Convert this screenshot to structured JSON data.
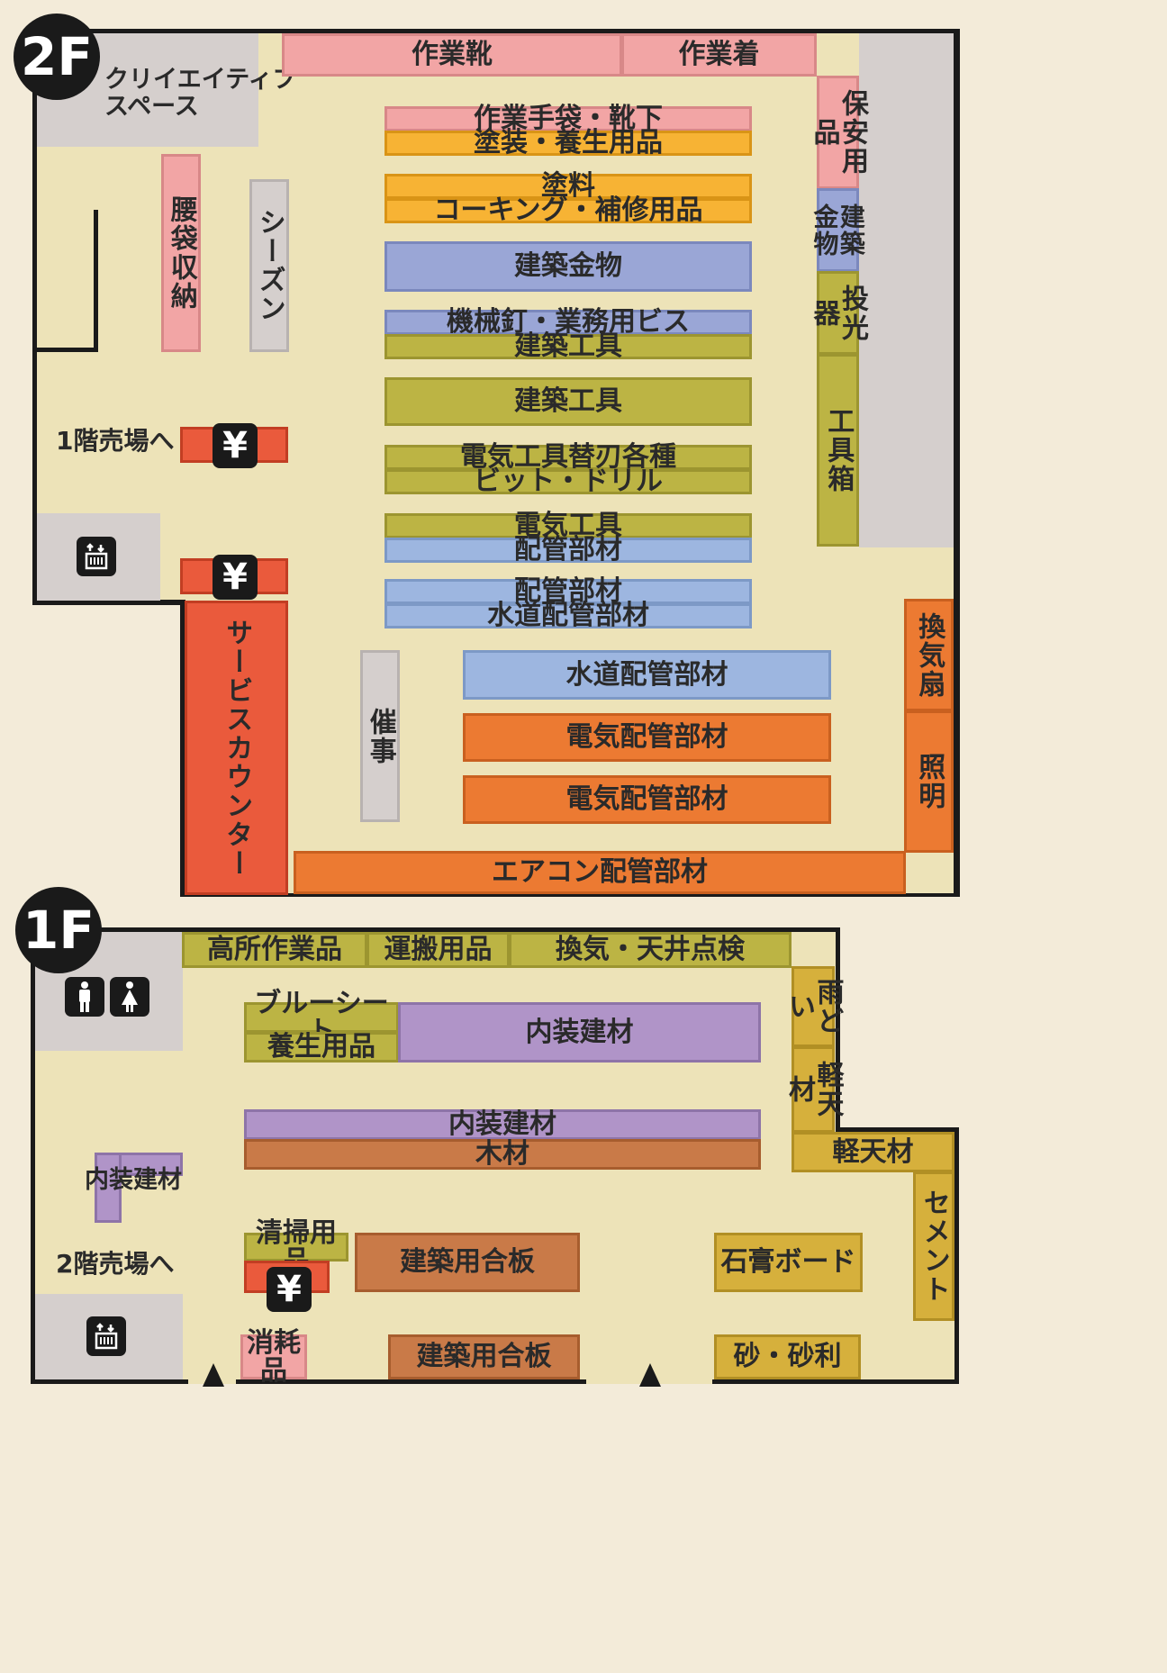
{
  "floor2": {
    "badge": "2F",
    "creative_space": "クリイエイティブ\nスペース",
    "to_1f": "1階売場へ",
    "yen": "¥",
    "service_counter": "サービスカウンター",
    "shelves": {
      "work_shoes": "作業靴",
      "work_clothes": "作業着",
      "hoan_yohin": "保安用品",
      "kanamono_kenchiku": "建築金物",
      "toukouki": "投光器",
      "kougubako": "工具箱",
      "tebukuro": "作業手袋・靴下",
      "tosou_yojou": "塗装・養生用品",
      "toryou": "塗料",
      "caulking": "コーキング・補修用品",
      "kenchiku_kanamono": "建築金物",
      "kikai_kugi": "機械釘・業務用ビス",
      "kenchiku_kougu_a": "建築工具",
      "kenchiku_kougu_b": "建築工具",
      "denki_kougu_kae": "電気工具替刃各種",
      "bit_drill": "ビット・ドリル",
      "denki_kougu": "電気工具",
      "haikan_a": "配管部材",
      "haikan_b": "配管部材",
      "suidou_a": "水道配管部材",
      "suidou_b": "水道配管部材",
      "denki_haikan_a": "電気配管部材",
      "denki_haikan_b": "電気配管部材",
      "aircon": "エアコン配管部材",
      "koshibukuro": "腰袋収納",
      "season": "シーズン",
      "saiji": "催事",
      "kankisen": "換気扇",
      "shoumei": "照明"
    }
  },
  "floor1": {
    "badge": "1F",
    "to_2f": "2階売場へ",
    "yen": "¥",
    "shelves": {
      "kousho": "高所作業品",
      "unpan": "運搬用品",
      "kanki_tenjou": "換気・天井点検",
      "amadoi": "雨どい",
      "keiten_v": "軽天材",
      "keiten_h": "軽天材",
      "cement": "セメント",
      "blue_sheet": "ブルーシート",
      "yojou": "養生用品",
      "naisou_a": "内装建材",
      "naisou_b": "内装建材",
      "naisou_c": "内装建材",
      "mokuzai": "木材",
      "seisou": "清掃用品",
      "gouhan_a": "建築用合板",
      "gouhan_b": "建築用合板",
      "sekkou": "石膏ボード",
      "shoumou": "消耗品",
      "suna": "砂・砂利"
    }
  }
}
